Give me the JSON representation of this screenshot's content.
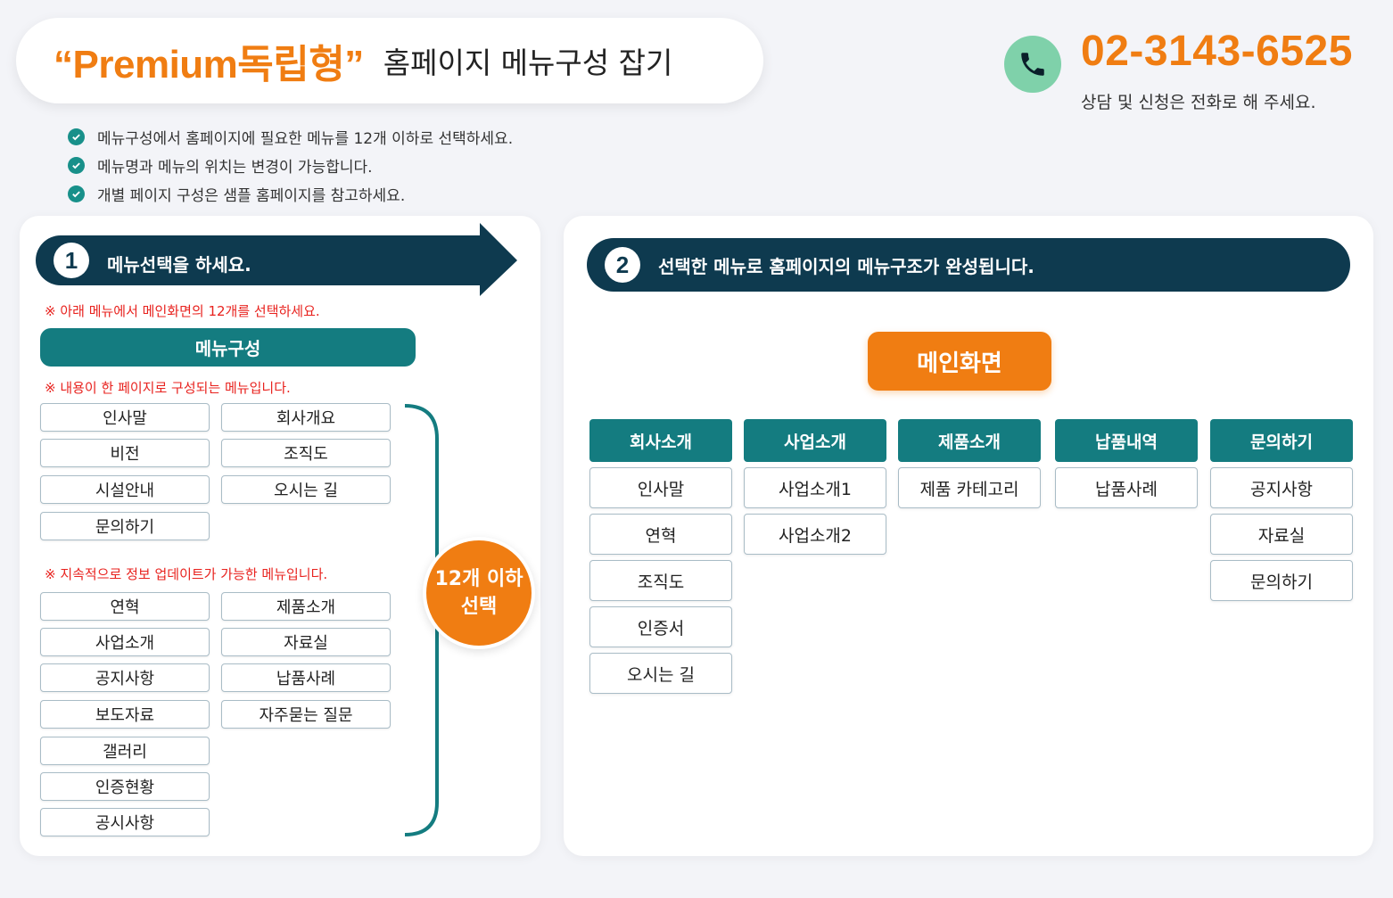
{
  "header": {
    "title_accent": "“Premium독립형”",
    "title_rest": "홈페이지 메뉴구성 잡기",
    "phone_number": "02-3143-6525",
    "phone_note": "상담 및 신청은 전화로 해 주세요."
  },
  "notes": [
    "메뉴구성에서 홈페이지에 필요한 메뉴를 12개 이하로 선택하세요.",
    "메뉴명과 메뉴의 위치는 변경이 가능합니다.",
    "개별 페이지 구성은 샘플 홈페이지를 참고하세요."
  ],
  "step1": {
    "number": "1",
    "label": "메뉴선택을 하세요.",
    "red_note": "※ 아래 메뉴에서 메인화면의 12개를 선택하세요.",
    "menu_header": "메뉴구성",
    "group1_note": "※ 내용이 한 페이지로 구성되는 메뉴입니다.",
    "group1_left": [
      "인사말",
      "비전",
      "시설안내",
      "문의하기"
    ],
    "group1_right": [
      "회사개요",
      "조직도",
      "오시는 길"
    ],
    "group2_note": "※ 지속적으로 정보 업데이트가 가능한 메뉴입니다.",
    "group2_left": [
      "연혁",
      "사업소개",
      "공지사항",
      "보도자료",
      "갤러리",
      "인증현황",
      "공시사항"
    ],
    "group2_right": [
      "제품소개",
      "자료실",
      "납품사례",
      "자주묻는 질문"
    ],
    "badge_line1": "12개 이하",
    "badge_line2": "선택"
  },
  "step2": {
    "number": "2",
    "label": "선택한 메뉴로 홈페이지의 메뉴구조가 완성됩니다.",
    "main_button": "메인화면",
    "categories": [
      {
        "label": "회사소개",
        "items": [
          "인사말",
          "연혁",
          "조직도",
          "인증서",
          "오시는 길"
        ]
      },
      {
        "label": "사업소개",
        "items": [
          "사업소개1",
          "사업소개2"
        ]
      },
      {
        "label": "제품소개",
        "items": [
          "제품 카테고리"
        ]
      },
      {
        "label": "납품내역",
        "items": [
          "납품사례"
        ]
      },
      {
        "label": "문의하기",
        "items": [
          "공지사항",
          "자료실",
          "문의하기"
        ]
      }
    ]
  },
  "colors": {
    "accent_orange": "#f07d12",
    "navy": "#0e3a4f",
    "teal": "#147c80",
    "phone_green": "#7fd1aa",
    "warning_red": "#e8221e"
  },
  "icons": {
    "phone": "phone-icon",
    "check": "check-circle-icon",
    "bracket": "right-bracket-icon",
    "arrow": "arrow-banner-icon"
  }
}
